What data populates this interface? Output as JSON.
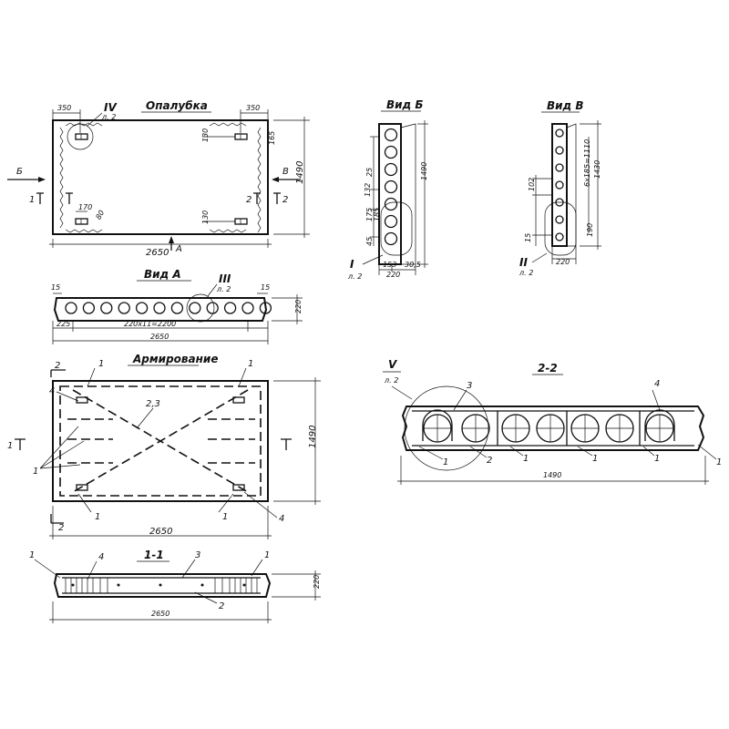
{
  "views": {
    "formwork": {
      "title": "Опалубка",
      "callout": "IV",
      "callout_sheet": "л. 2",
      "dim_left": "350",
      "dim_right": "350",
      "dim_130_a": "130",
      "dim_130_b": "130",
      "dim_170": "170",
      "dim_80": "80",
      "dim_165": "165",
      "dim_length": "2650",
      "dim_width": "1490",
      "arrow_A": "А",
      "arrow_B": "Б",
      "arrow_V": "В",
      "cut_left": "1",
      "cut_right_2": "2",
      "cut_right_2b": "2"
    },
    "view_A": {
      "title": "Вид А",
      "callout": "III",
      "callout_sheet": "л. 2",
      "dim_15_left": "15",
      "dim_15_right": "15",
      "dim_225": "225",
      "dim_pitch": "220х11=2200",
      "dim_height": "220",
      "dim_length": "2650"
    },
    "view_B": {
      "title": "Вид Б",
      "dim_25": "25",
      "dim_1490": "1490",
      "dim_132": "132",
      "dim_175": "175",
      "dim_185": "185",
      "dim_45": "45",
      "dim_153": "153",
      "dim_305": "30,5",
      "dim_220": "220",
      "callout": "I",
      "callout_sheet": "л. 2"
    },
    "view_V": {
      "title": "Вид В",
      "dim_102": "102",
      "dim_15": "15",
      "dim_190": "190",
      "dim_pitch": "6х185=1110",
      "dim_1430": "1430",
      "dim_220": "220",
      "callout": "II",
      "callout_sheet": "л. 2"
    },
    "reinforcement": {
      "title": "Армирование",
      "mark_1a": "1",
      "mark_1b": "1",
      "mark_1c": "1",
      "mark_1d": "1",
      "mark_1e": "1",
      "mark_4a": "4",
      "mark_4b": "4",
      "mark_23": "2,3",
      "cut_1": "1",
      "cut_2a": "2",
      "cut_2b": "2",
      "dim_length": "2650",
      "dim_width": "1490"
    },
    "section_11": {
      "title": "1-1",
      "mark_1a": "1",
      "mark_4": "4",
      "mark_3": "3",
      "mark_1b": "1",
      "mark_2": "2",
      "dim_length": "2650",
      "dim_height": "220"
    },
    "section_22": {
      "title": "2-2",
      "callout": "V",
      "callout_sheet": "л. 2",
      "mark_3": "3",
      "mark_4": "4",
      "mark_1a": "1",
      "mark_2": "2",
      "mark_1b": "1",
      "mark_1c": "1",
      "mark_1d": "1",
      "mark_1e": "1",
      "dim_width": "1490"
    }
  }
}
